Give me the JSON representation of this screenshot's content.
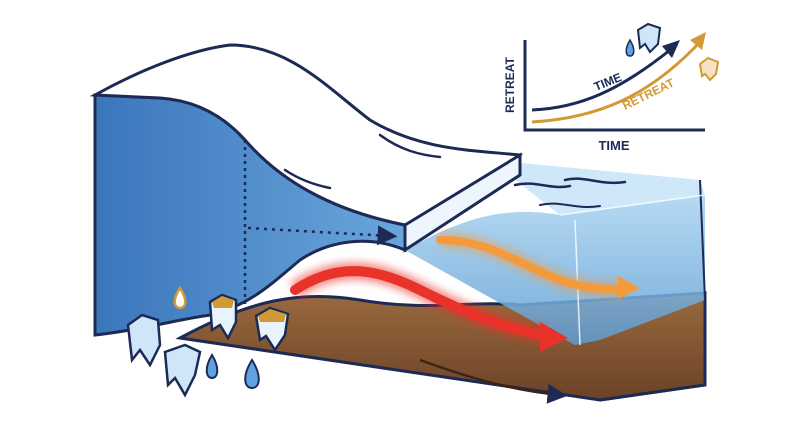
{
  "inset_chart": {
    "y_axis_label": "RETREAT",
    "x_axis_label": "TIME",
    "series_label_dark": "TIME",
    "series_label_gold": "RETREAT"
  },
  "colors": {
    "outline": "#1d2a55",
    "ice_wall": "#3d7cc0",
    "ice_top": "#ffffff",
    "ocean": "#8fc3ea",
    "seabed": "#8a5a35",
    "warm_current": "#e8322a",
    "warm_current_light": "#f59a3a",
    "gold": "#d19a34",
    "ice_chunk": "#cfe6f8"
  },
  "icons": [
    "ice-chunk-icon",
    "water-droplet-icon",
    "warm-water-arrow-icon",
    "rising-trend-icon"
  ]
}
